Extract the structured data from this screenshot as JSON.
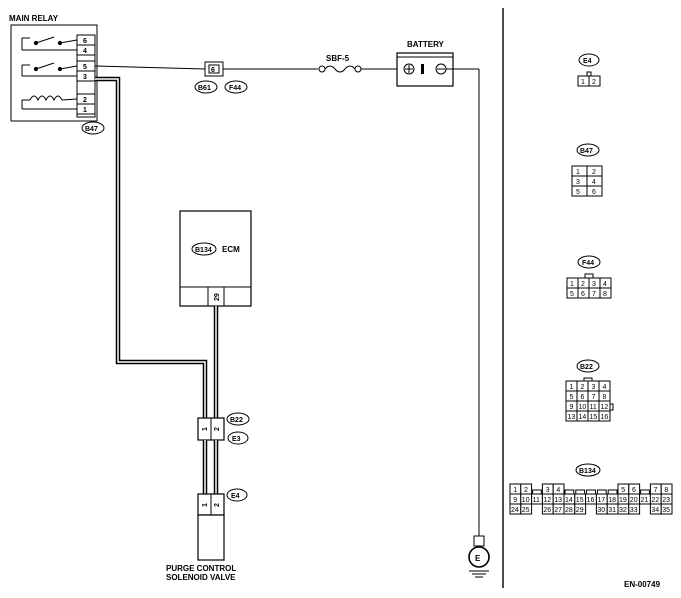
{
  "diagram": {
    "title_code": "EN-00749",
    "components": {
      "main_relay": "MAIN RELAY",
      "battery": "BATTERY",
      "fuse": "SBF-5",
      "ecm": "ECM",
      "valve_line1": "PURGE CONTROL",
      "valve_line2": "SOLENOID VALVE",
      "ground": "E"
    },
    "relay_pins": [
      "6",
      "4",
      "5",
      "3",
      "2",
      "1"
    ],
    "connector_tags": {
      "b47": "B47",
      "b61": "B61",
      "f44": "F44",
      "b134": "B134",
      "b22": "B22",
      "e3": "E3",
      "e4": "E4"
    },
    "pin_labels": {
      "b61_f44_pin": "6",
      "ecm_pin": "29",
      "b22_e3_pin1": "1",
      "b22_e3_pin2": "2",
      "e4_pin1": "1",
      "e4_pin2": "2"
    },
    "battery_terminals": {
      "plus": "⊕",
      "minus": "⊖"
    }
  },
  "legend": {
    "e4": {
      "name": "E4",
      "rows": [
        [
          "1",
          "2"
        ]
      ]
    },
    "b47": {
      "name": "B47",
      "rows": [
        [
          "1",
          "2"
        ],
        [
          "3",
          "4"
        ],
        [
          "5",
          "6"
        ]
      ]
    },
    "f44": {
      "name": "F44",
      "rows": [
        [
          "1",
          "2",
          "3",
          "4"
        ],
        [
          "5",
          "6",
          "7",
          "8"
        ]
      ]
    },
    "b22": {
      "name": "B22",
      "rows": [
        [
          "1",
          "2",
          "3",
          "4"
        ],
        [
          "5",
          "6",
          "7",
          "8"
        ],
        [
          "9",
          "10",
          "11",
          "12"
        ],
        [
          "13",
          "14",
          "15",
          "16"
        ]
      ]
    },
    "b134": {
      "name": "B134",
      "rows": [
        [
          "1",
          "2",
          "",
          "3",
          "4",
          "",
          "",
          "",
          "",
          "",
          "5",
          "6",
          "",
          "7",
          "8"
        ],
        [
          "9",
          "10",
          "11",
          "12",
          "13",
          "14",
          "15",
          "16",
          "17",
          "18",
          "19",
          "20",
          "21",
          "22",
          "23"
        ],
        [
          "24",
          "25",
          "",
          "26",
          "27",
          "28",
          "29",
          "",
          "30",
          "31",
          "32",
          "33",
          "",
          "34",
          "35"
        ]
      ]
    }
  }
}
